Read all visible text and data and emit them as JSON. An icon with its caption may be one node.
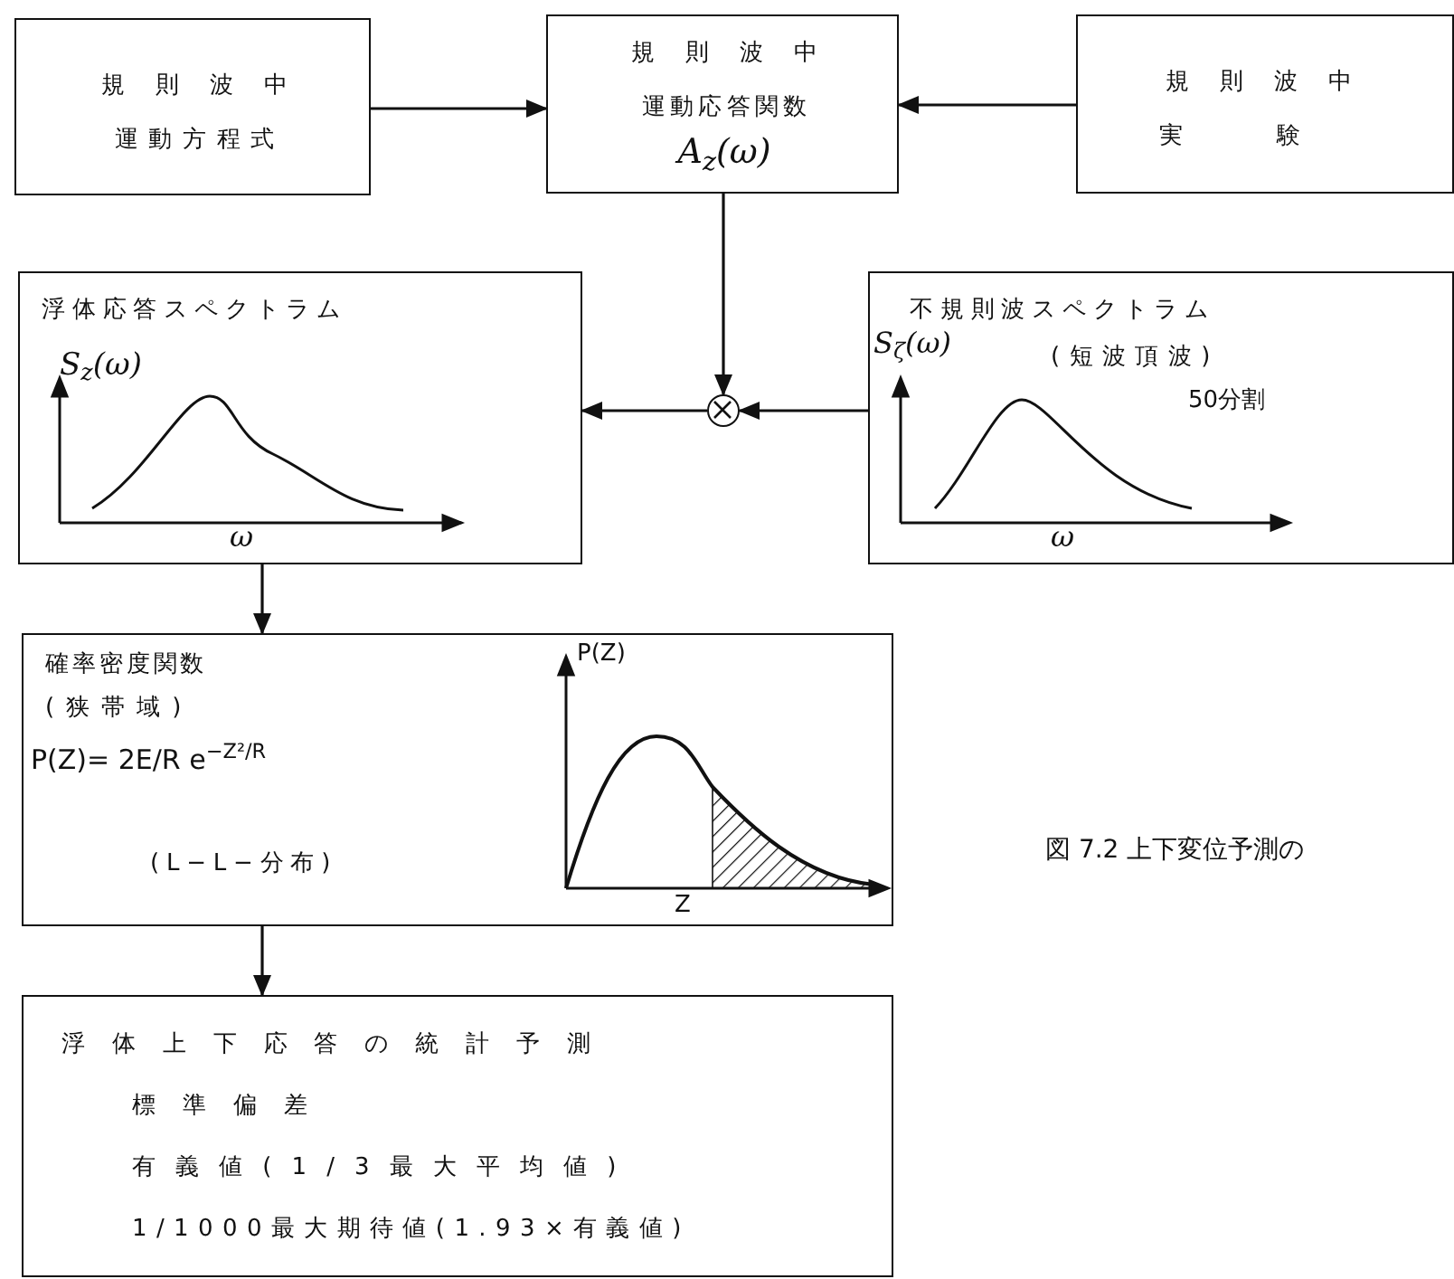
{
  "diagram": {
    "caption": "図 7.2 上下変位予測の",
    "nodes": [
      {
        "text": [
          "規則波中",
          "運動方程式"
        ]
      },
      {
        "text": [
          "規則波中",
          "運動応答関数",
          "A$_{z}$(ω)"
        ]
      },
      {
        "text": [
          "規則波中",
          "実験"
        ]
      },
      {
        "text": [
          "浮体応答スペクトラム",
          "S$_{z}$(ω)",
          "ω"
        ]
      },
      {
        "text": [],
        "shape": "circle"
      },
      {
        "text": [
          "不規則波スペクトラム",
          "S$_{ζ}$(ω)",
          "(短波頂波)",
          "50分割",
          "ω"
        ]
      },
      {
        "text": [
          "確率密度関数",
          "(狭帯域)",
          "P(Z)= 2E/R e$^{−Z²/R}$",
          "(L−L−分布)",
          "P(Z)",
          "Z"
        ]
      },
      {
        "text": [
          "浮体上下応答の統計予測",
          "標準偏差",
          "有義値(1/3最大平均値)",
          "1/1000最大期待値(1.93×有義値)"
        ]
      }
    ],
    "edges": [
      {
        "from": 0,
        "to": 1,
        "arrow": "to"
      },
      {
        "from": 2,
        "to": 1,
        "arrow": "to"
      },
      {
        "from": 1,
        "to": 4,
        "arrow": "to"
      },
      {
        "from": 5,
        "to": 4,
        "arrow": "to"
      },
      {
        "from": 4,
        "to": 3,
        "arrow": "to"
      },
      {
        "from": 3,
        "to": 6,
        "arrow": "to"
      },
      {
        "from": 6,
        "to": 7,
        "arrow": "to"
      }
    ]
  }
}
